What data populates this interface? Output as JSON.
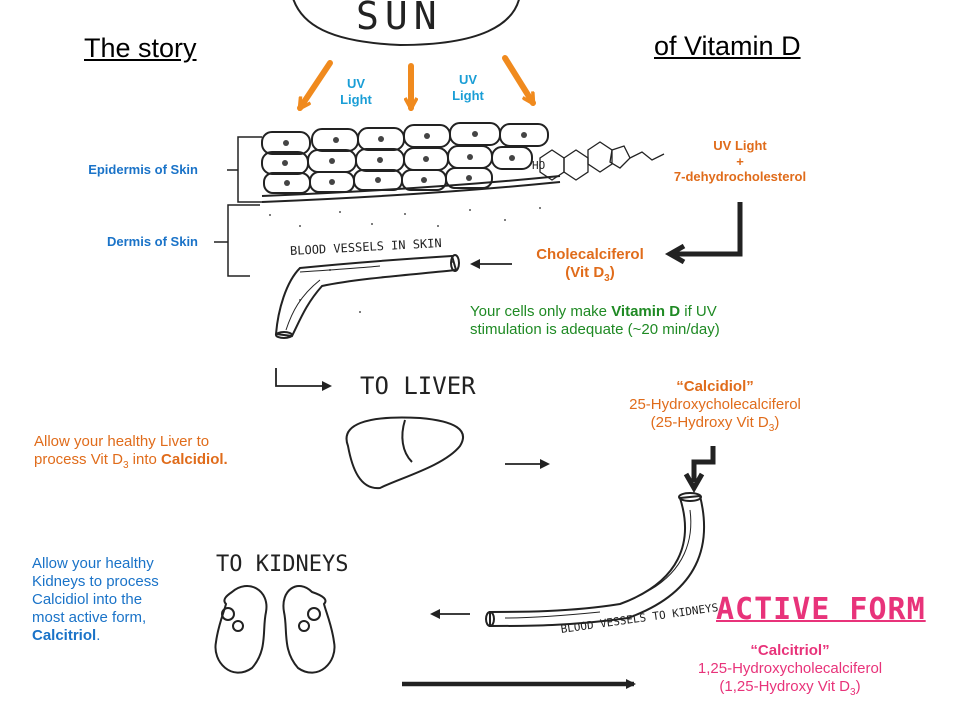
{
  "title_left": "The story",
  "title_right": "of Vitamin D",
  "sun_label": "SUN",
  "uv_left": {
    "line1": "UV",
    "line2": "Light"
  },
  "uv_right": {
    "line1": "UV",
    "line2": "Light"
  },
  "skin_labels": {
    "epidermis": "Epidermis of Skin",
    "dermis": "Dermis of Skin"
  },
  "uv_precursor": {
    "line1": "UV Light",
    "line2": "+",
    "line3": "7-dehydrocholesterol"
  },
  "ho_label": "HO",
  "cholecalciferol": {
    "line1": "Cholecalciferol",
    "line2_pre": "(Vit D",
    "line2_sub": "3",
    "line2_post": ")"
  },
  "blood_vessels_skin": "BLOOD VESSELS IN SKIN",
  "uv_note": {
    "pre": "Your cells only make ",
    "bold": "Vitamin D",
    "post": " if UV",
    "line2": "stimulation is adequate (~20 min/day)"
  },
  "to_liver": "TO LIVER",
  "calcidiol": {
    "name": "“Calcidiol”",
    "chem": "25-Hydroxycholecalciferol",
    "abbr_pre": "(25-Hydroxy Vit D",
    "abbr_sub": "3",
    "abbr_post": ")"
  },
  "liver_note": {
    "line1": "Allow your healthy Liver to",
    "line2_pre": "process Vit D",
    "line2_sub": "3",
    "line2_mid": " into ",
    "line2_bold": "Calcidiol."
  },
  "to_kidneys": "TO KIDNEYS",
  "kidney_note": {
    "line1": "Allow your healthy",
    "line2": "Kidneys to process",
    "line3": "Calcidiol into the",
    "line4": "most active form,",
    "line5_bold": "Calcitriol",
    "line5_post": "."
  },
  "blood_vessels_kidneys": "BLOOD VESSELS TO KIDNEYS",
  "active_form": "ACTIVE FORM",
  "calcitriol": {
    "name": "“Calcitriol”",
    "chem": "1,25-Hydroxycholecalciferol",
    "abbr_pre": "(1,25-Hydroxy Vit D",
    "abbr_sub": "3",
    "abbr_post": ")"
  },
  "colors": {
    "orange": "#e06c1b",
    "uv_blue": "#1a9ed6",
    "blue": "#1a73c8",
    "green": "#1f8a24",
    "pink": "#e8337a",
    "ink": "#222222"
  }
}
